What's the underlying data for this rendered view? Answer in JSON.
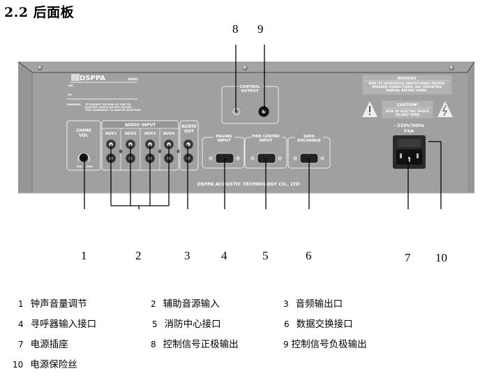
{
  "heading": "2.2 后面板",
  "panel": {
    "brand_logo": "DSPPA",
    "model": "ADR01",
    "ser_label": "SER.",
    "no_label": "NO.",
    "warning_label": "WARNING:",
    "warning_lines": [
      "TO REDUCE THE RISK OF FIRE OR",
      "ELECTRIC SHOCK DO NOT EXPOSE",
      "THIS EQUIPMENT TO RAIN OR MOISTURE."
    ],
    "chime_vol": [
      "CHIME",
      "VOL"
    ],
    "min_label": "MIN",
    "max_label": "MAX",
    "audio_input_label": "AUDIO INPUT",
    "aux_labels": [
      "AUX1",
      "AUX2",
      "AUX3",
      "AUX4"
    ],
    "audio_out": [
      "AUDIO",
      "OUT"
    ],
    "control_output": [
      "CONTROL",
      "OUTPUT"
    ],
    "paging_input": [
      "PAGING",
      "INPUT"
    ],
    "fire_centre_input": [
      "FIRE CENTRE",
      "INPUT"
    ],
    "data_exchange": [
      "DATA",
      "EXCHANGE"
    ],
    "company": "DSPPA ACOUSTIC TECHNOLOGY CO., LTD",
    "warning_box": {
      "title": "WARNING",
      "lines": [
        "RISK OF HAZARDOUS ENERGY!MAKE PROPER",
        "SPEAKER CONNECTIONS. SEE OPERATING",
        "MANUAL BEFORE USING."
      ]
    },
    "caution_box": {
      "title": "CAUTION!",
      "lines": [
        "RISK OF ELECTRIC SHOCK",
        "DO NOT OPEN"
      ]
    },
    "power_rating": "~220V/50Hz",
    "fuse_rating": "F4A"
  },
  "callouts": {
    "c1": "1",
    "c2": "2",
    "c3": "3",
    "c4": "4",
    "c5": "5",
    "c6": "6",
    "c7": "7",
    "c8": "8",
    "c9": "9",
    "c10": "10"
  },
  "legend": [
    {
      "num": "1",
      "text": "钟声音量调节"
    },
    {
      "num": "2",
      "text": "辅助音源输入"
    },
    {
      "num": "3",
      "text": "音频输出口"
    },
    {
      "num": "4",
      "text": "寻呼器输入接口"
    },
    {
      "num": "5",
      "text": "消防中心接口"
    },
    {
      "num": "6",
      "text": "数据交换接口"
    },
    {
      "num": "7",
      "text": "电源插座"
    },
    {
      "num": "8",
      "text": "控制信号正极输出"
    },
    {
      "num": "9",
      "text": "控制信号负极输出"
    },
    {
      "num": "10",
      "text": "电源保险丝"
    }
  ]
}
